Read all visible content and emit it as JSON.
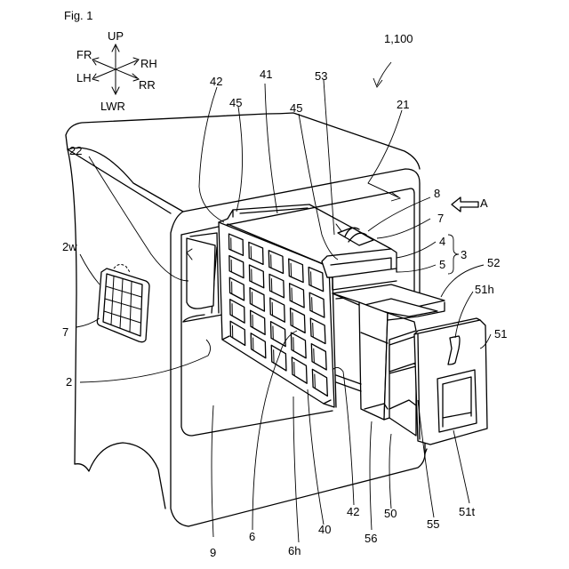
{
  "figure_label": "Fig. 1",
  "directions": {
    "up": "UP",
    "lwr": "LWR",
    "fr": "FR",
    "lh": "LH",
    "rh": "RH",
    "rr": "RR"
  },
  "view_arrow_label": "A",
  "bracket_label": "3",
  "labels": {
    "vehicle": "1,100",
    "l21": "21",
    "l22": "22",
    "l2w": "2w",
    "l7_left": "7",
    "l2": "2",
    "l9": "9",
    "l42_top": "42",
    "l45_left": "45",
    "l41": "41",
    "l53": "53",
    "l45_mid": "45",
    "l8": "8",
    "l7_right": "7",
    "l4": "4",
    "l5": "5",
    "l52": "52",
    "l51h": "51h",
    "l51": "51",
    "l51t": "51t",
    "l6": "6",
    "l6h": "6h",
    "l40": "40",
    "l42_bottom": "42",
    "l56": "56",
    "l50": "50",
    "l55": "55"
  }
}
